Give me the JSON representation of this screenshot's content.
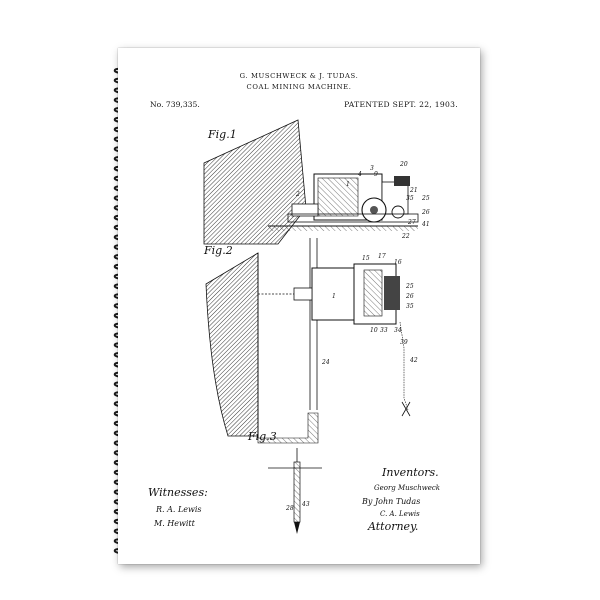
{
  "patent": {
    "inventors_line": "G. MUSCHWECK & J. TUDAS.",
    "title": "COAL MINING MACHINE.",
    "number": "No. 739,335.",
    "date": "PATENTED SEPT. 22, 1903."
  },
  "figures": {
    "fig1": "Fig.1",
    "fig2": "Fig.2",
    "fig3": "Fig.3"
  },
  "labels": {
    "l20": "20",
    "l1": "1",
    "l2": "2",
    "l3": "3",
    "l4": "4",
    "l9": "9",
    "l21": "21",
    "l35": "35",
    "l25": "25",
    "l26": "26",
    "l27": "27",
    "l41": "41",
    "l22": "22",
    "l15": "15",
    "l17": "17",
    "l16": "16",
    "l10": "10",
    "l33": "33",
    "l34": "34",
    "l39": "39",
    "l24": "24",
    "l42": "42",
    "l28": "28",
    "l43": "43"
  },
  "signatures": {
    "witnesses_label": "Witnesses:",
    "witness1": "R. A. Lewis",
    "witness2": "M. Hewitt",
    "inventors_label": "Inventors.",
    "inventor1": "Georg Muschweck",
    "inventor2": "By John Tudas",
    "attorney_name": "C. A. Lewis",
    "attorney_label": "Attorney."
  }
}
